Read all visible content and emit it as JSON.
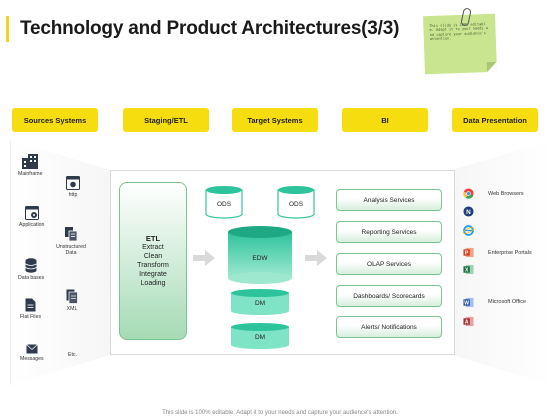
{
  "title": "Technology and Product Architectures(3/3)",
  "note": {
    "text": "This slide is 100% editable. Adapt it to your needs and capture your audience's attention."
  },
  "headers": [
    "Sources Systems",
    "Staging/ETL",
    "Target Systems",
    "BI",
    "Data Presentation"
  ],
  "sources": [
    {
      "label": "Mainframe",
      "icon": "building-icon"
    },
    {
      "label": "http",
      "icon": "web-page-icon"
    },
    {
      "label": "Application",
      "icon": "application-icon"
    },
    {
      "label": "Unstructured Data",
      "icon": "unstructured-data-icon"
    },
    {
      "label": "Data bases",
      "icon": "database-icon"
    },
    {
      "label": "XML",
      "icon": "xml-file-icon"
    },
    {
      "label": "Flat Files",
      "icon": "flat-file-icon"
    },
    {
      "label": "Etc.",
      "icon": ""
    },
    {
      "label": "Messages",
      "icon": "envelope-icon"
    }
  ],
  "etl": {
    "title": "ETL",
    "steps": [
      "Extract",
      "Clean",
      "Transform",
      "Integrate",
      "Loading"
    ]
  },
  "target": {
    "ods_left": "ODS",
    "ods_right": "ODS",
    "edw": "EDW",
    "dm_top": "DM",
    "dm_bottom": "DM"
  },
  "bi_services": [
    "Analysis Services",
    "Reporting Services",
    "OLAP Services",
    "Dashboards/ Scorecards",
    "Alerts/ Notifications"
  ],
  "presentation": {
    "labels": [
      "Web Browsers",
      "Enterprise Portals",
      "Microsoft Office"
    ],
    "icons": [
      "chrome-icon",
      "netscape-icon",
      "internet-explorer-icon",
      "powerpoint-icon",
      "excel-icon",
      "word-icon",
      "access-icon"
    ]
  },
  "footer": "This slide is 100% editable. Adapt it to your needs and capture your audience's attention.",
  "colors": {
    "accent": "#f6dd0f",
    "green_border": "#7fc293",
    "cylinder_top": "#7fe3c5",
    "cylinder_body": "#2ec49b",
    "arrow": "#d9d9d9"
  }
}
